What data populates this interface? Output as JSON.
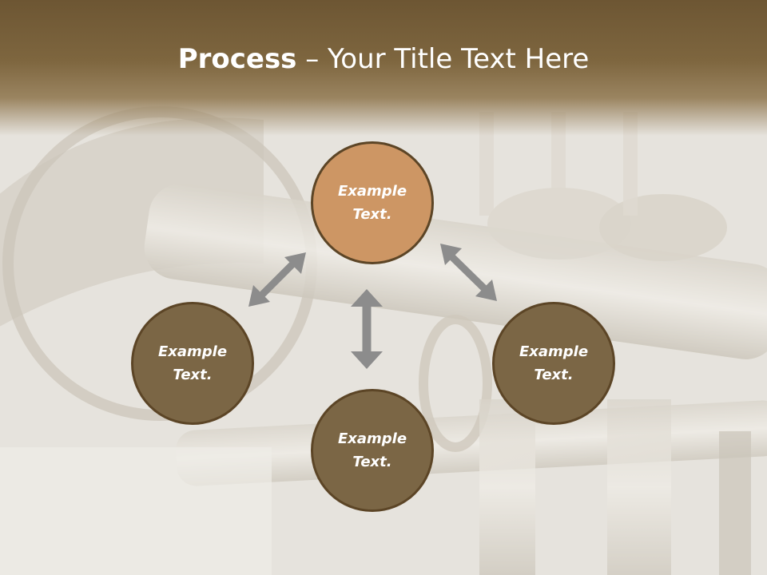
{
  "title": {
    "bold": "Process",
    "rest": " – Your Title Text Here"
  },
  "nodes": [
    {
      "id": "top",
      "line1": "Example",
      "line2": "Text."
    },
    {
      "id": "left",
      "line1": "Example",
      "line2": "Text."
    },
    {
      "id": "right",
      "line1": "Example",
      "line2": "Text."
    },
    {
      "id": "bottom",
      "line1": "Example",
      "line2": "Text."
    }
  ],
  "colors": {
    "accent_node": "#cd9664",
    "node": "#7b6645",
    "node_border": "#5c4526",
    "arrow": "#8c8c8c",
    "header": "#7e663f"
  }
}
